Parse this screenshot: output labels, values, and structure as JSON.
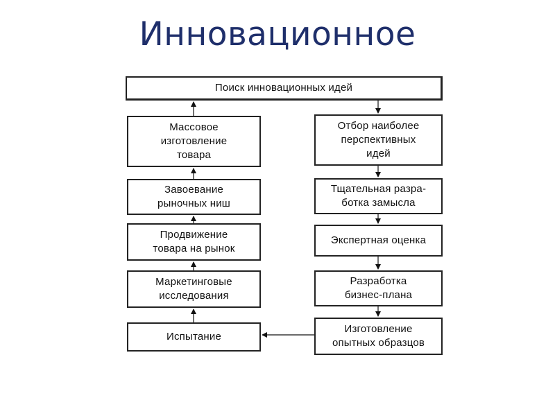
{
  "title": "Инновационное",
  "diagram": {
    "top": "Поиск инновационных идей",
    "left_column": [
      "Массовое\nизготовление\nтовара",
      "Завоевание\nрыночных ниш",
      "Продвижение\nтовара на рынок",
      "Маркетинговые\nисследования",
      "Испытание"
    ],
    "right_column": [
      "Отбор наиболее\nперспективных\nидей",
      "Тщательная разра-\nботка замысла",
      "Экспертная оценка",
      "Разработка\nбизнес-плана",
      "Изготовление\nопытных образцов"
    ]
  }
}
